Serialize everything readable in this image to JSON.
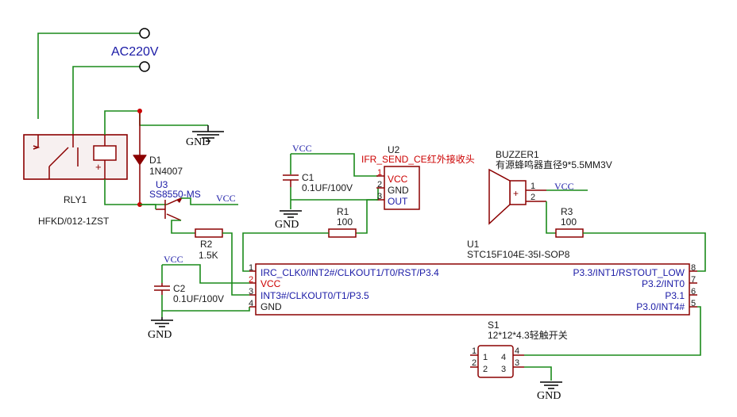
{
  "power": {
    "ac_label": "AC220V"
  },
  "nets": {
    "vcc": "VCC",
    "gnd": "GND"
  },
  "relay": {
    "ref": "RLY1",
    "part": "HFKD/012-1ZST"
  },
  "diode": {
    "ref": "D1",
    "part": "1N4007"
  },
  "transistor": {
    "ref": "U3",
    "part": "SS8550-MS"
  },
  "r1": {
    "ref": "R1",
    "value": "100"
  },
  "r2": {
    "ref": "R2",
    "value": "1.5K"
  },
  "r3": {
    "ref": "R3",
    "value": "100"
  },
  "c1": {
    "ref": "C1",
    "value": "0.1UF/100V"
  },
  "c2": {
    "ref": "C2",
    "value": "0.1UF/100V"
  },
  "ir": {
    "ref": "U2",
    "part": "IFR_SEND_CE红外接收头",
    "pins": [
      {
        "num": "1",
        "name": "VCC"
      },
      {
        "num": "2",
        "name": "GND"
      },
      {
        "num": "3",
        "name": "OUT"
      }
    ]
  },
  "buzzer": {
    "ref": "BUZZER1",
    "part": "有源蜂鸣器直径9*5.5MM3V",
    "pin1": "1",
    "pin2": "2",
    "plus": "+"
  },
  "mcu": {
    "ref": "U1",
    "part": "STC15F104E-35I-SOP8",
    "left_pins": [
      {
        "num": "1",
        "name": "IRC_CLK0/INT2#/CLKOUT1/T0/RST/P3.4"
      },
      {
        "num": "2",
        "name": "VCC"
      },
      {
        "num": "3",
        "name": "INT3#/CLKOUT0/T1/P3.5"
      },
      {
        "num": "4",
        "name": "GND"
      }
    ],
    "right_pins": [
      {
        "num": "8",
        "name": "P3.3/INT1/RSTOUT_LOW"
      },
      {
        "num": "7",
        "name": "P3.2/INT0"
      },
      {
        "num": "6",
        "name": "P3.1"
      },
      {
        "num": "5",
        "name": "P3.0/INT4#"
      }
    ]
  },
  "switch": {
    "ref": "S1",
    "part": "12*12*4.3轻触开关",
    "pins": [
      "1",
      "2",
      "4",
      "3",
      "1",
      "2",
      "4",
      "3"
    ]
  }
}
